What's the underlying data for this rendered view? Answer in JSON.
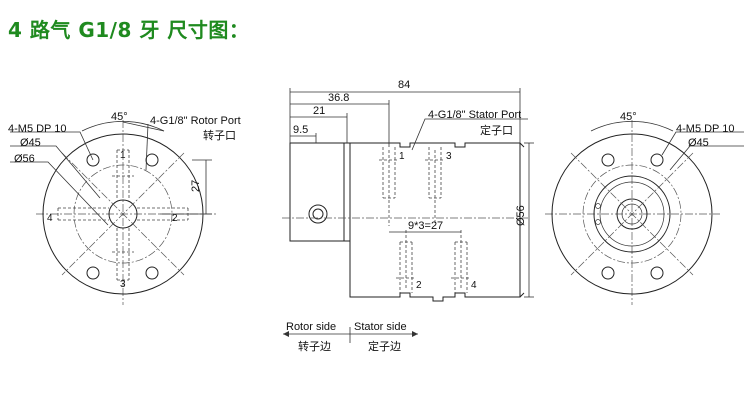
{
  "title": "4 路气 G1/8 牙 尺寸图：",
  "colors": {
    "title": "#1f8a1f",
    "lines": "#222222"
  },
  "left_view": {
    "angle": "45°",
    "mount_holes": "4-M5 DP 10",
    "bolt_circle": "Ø45",
    "outer_diameter": "Ø56",
    "port_label": "4-G1/8\"  Rotor Port",
    "port_label_cn": "转子口",
    "offset_dim": "27",
    "port_numbers": [
      "1",
      "2",
      "3",
      "4"
    ]
  },
  "side_view": {
    "total_length": "84",
    "dim_36_8": "36.8",
    "dim_21": "21",
    "dim_9_5": "9.5",
    "port_label": "4-G1/8\"  Stator Port",
    "port_label_cn": "定子口",
    "diameter": "Ø56",
    "pitch": "9*3=27",
    "port_numbers": [
      "1",
      "3",
      "2",
      "4"
    ]
  },
  "right_view": {
    "angle": "45°",
    "mount_holes": "4-M5 DP 10",
    "bolt_circle": "Ø45"
  },
  "legend": {
    "rotor_side": "Rotor side",
    "rotor_side_cn": "转子边",
    "stator_side": "Stator side",
    "stator_side_cn": "定子边"
  }
}
